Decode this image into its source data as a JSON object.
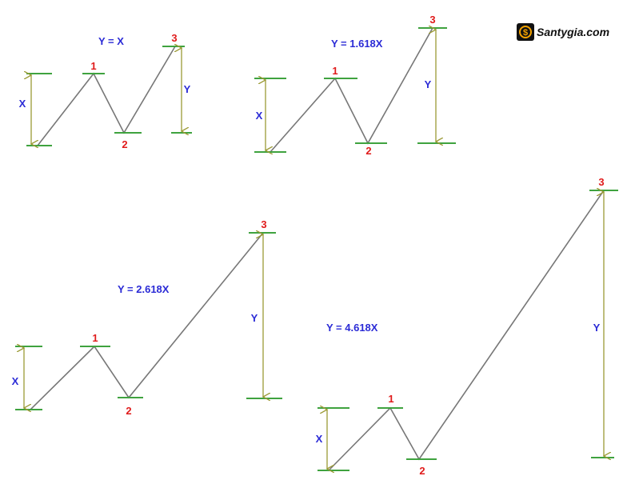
{
  "logo": {
    "text": "Santygia.com",
    "icon": "coin-dollar-icon",
    "accent": "#f5a300"
  },
  "colors": {
    "wave_line": "#777777",
    "level_line": "#3fa33f",
    "arrow": "#9b9a35",
    "wave_label": "#e01b1b",
    "measure_label": "#2b2bd6"
  },
  "panels": [
    {
      "formula": "Y = X",
      "points": [
        "1",
        "2",
        "3"
      ],
      "leg_labels": [
        "X",
        "Y"
      ]
    },
    {
      "formula": "Y = 1.618X",
      "points": [
        "1",
        "2",
        "3"
      ],
      "leg_labels": [
        "X",
        "Y"
      ]
    },
    {
      "formula": "Y = 2.618X",
      "points": [
        "1",
        "2",
        "3"
      ],
      "leg_labels": [
        "X",
        "Y"
      ]
    },
    {
      "formula": "Y = 4.618X",
      "points": [
        "1",
        "2",
        "3"
      ],
      "leg_labels": [
        "X",
        "Y"
      ]
    }
  ]
}
